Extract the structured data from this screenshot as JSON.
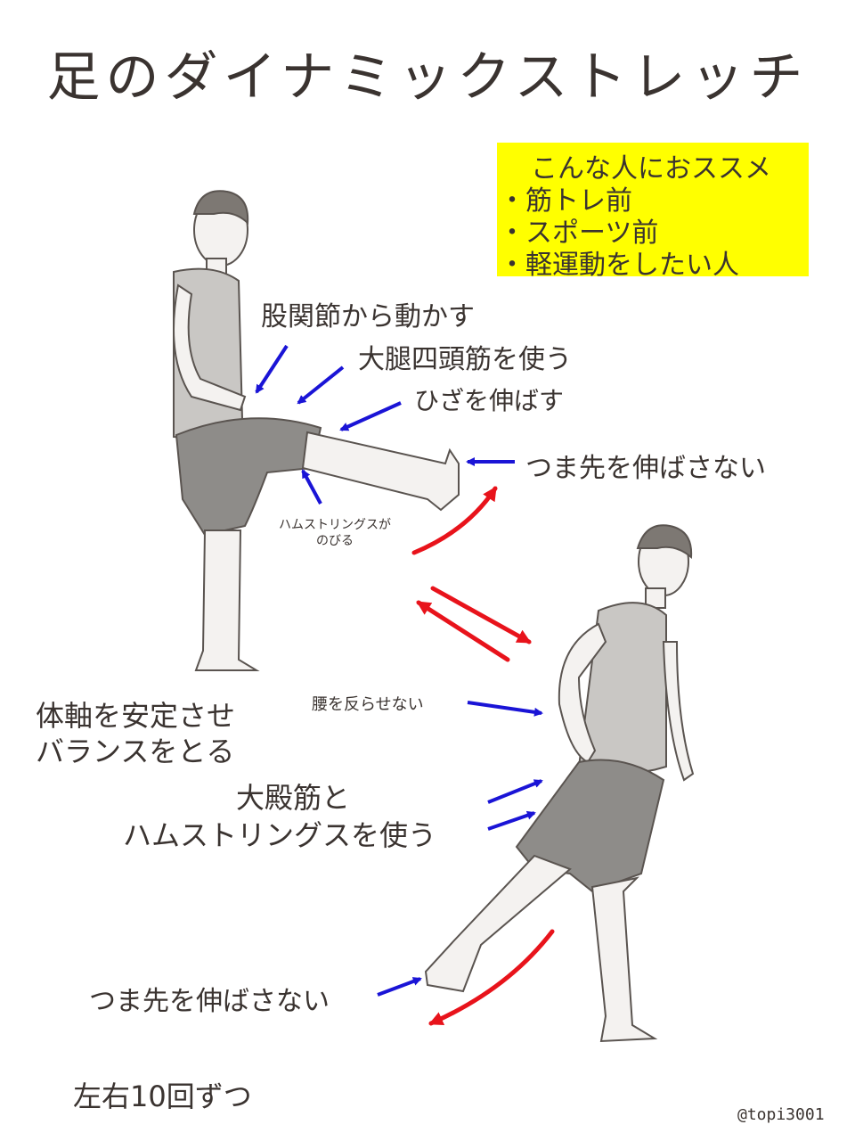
{
  "title": "足のダイナミックストレッチ",
  "recommend": {
    "heading": "こんな人におススメ",
    "items": [
      "・筋トレ前",
      "・スポーツ前",
      "・軽運動をしたい人"
    ]
  },
  "pose1": {
    "hip": "股関節から動かす",
    "quad": "大腿四頭筋を使う",
    "knee": "ひざを伸ばす",
    "toe": "つま先を伸ばさない",
    "hamstring_line1": "ハムストリングスが",
    "hamstring_line2": "のびる"
  },
  "pose2": {
    "back": "腰を反らせない",
    "muscle_line1": "大殿筋と",
    "muscle_line2": "ハムストリングスを使う",
    "toe": "つま先を伸ばさない"
  },
  "balance_line1": "体軸を安定させ",
  "balance_line2": "バランスをとる",
  "reps": "左右10回ずつ",
  "credit": "@topi3001",
  "colors": {
    "highlight": "#ffff00",
    "blue_arrow": "#1a14d6",
    "red_arrow": "#e8131b",
    "text": "#3a3330"
  }
}
